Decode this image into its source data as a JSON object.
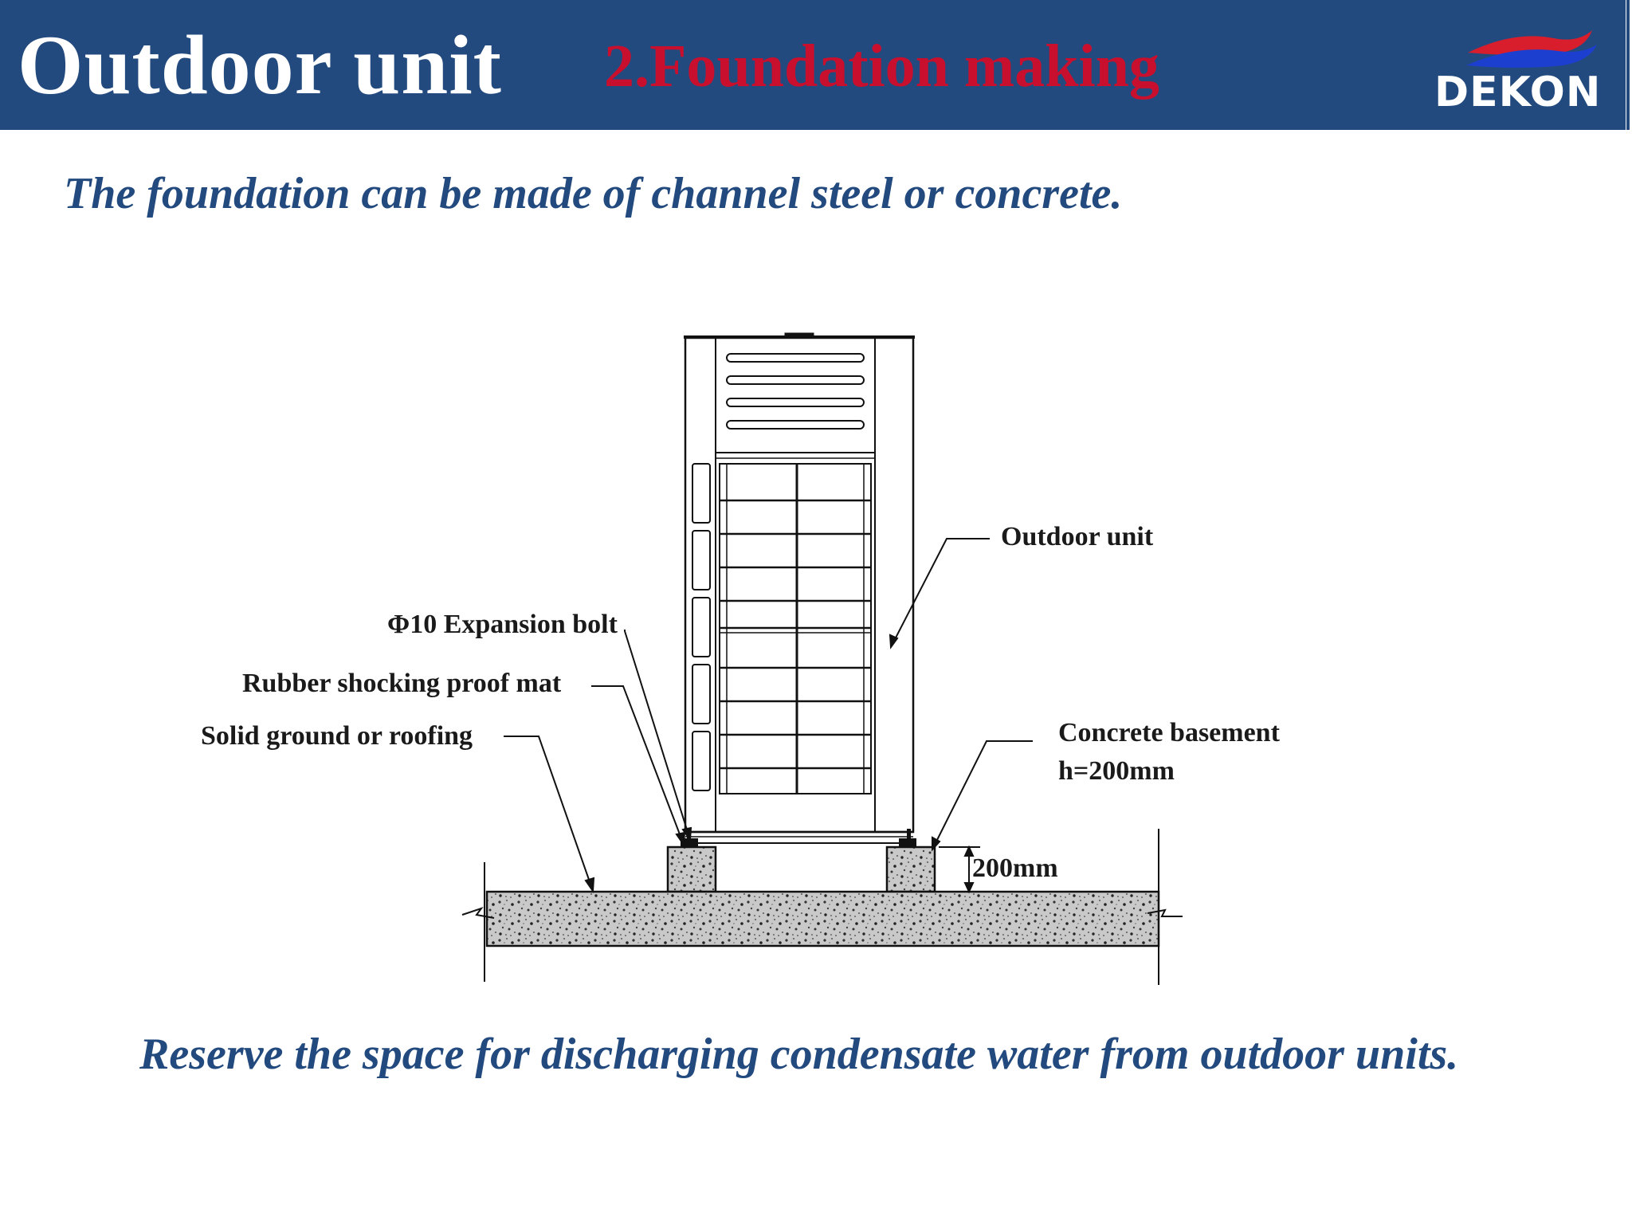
{
  "header": {
    "title": "Outdoor unit",
    "subtitle": "2.Foundation making",
    "logo_text": "DEKON"
  },
  "intro_text": "The foundation can be made of channel steel or concrete.",
  "diagram": {
    "labels": {
      "outdoor_unit": "Outdoor unit",
      "expansion_bolt": "Φ10 Expansion bolt",
      "rubber_mat": "Rubber shocking proof mat",
      "solid_ground": "Solid ground or roofing",
      "concrete_basement_line1": "Concrete basement",
      "concrete_basement_line2": "h=200mm",
      "dimension": "200mm"
    }
  },
  "footer_note": "Reserve the space for discharging condensate water from outdoor units.",
  "colors": {
    "header_bg": "#234a7e",
    "subtitle": "#c8102e",
    "body_text": "#234a7e",
    "logo_swoosh_red": "#d81e2c",
    "logo_swoosh_blue": "#1c3fd0"
  }
}
